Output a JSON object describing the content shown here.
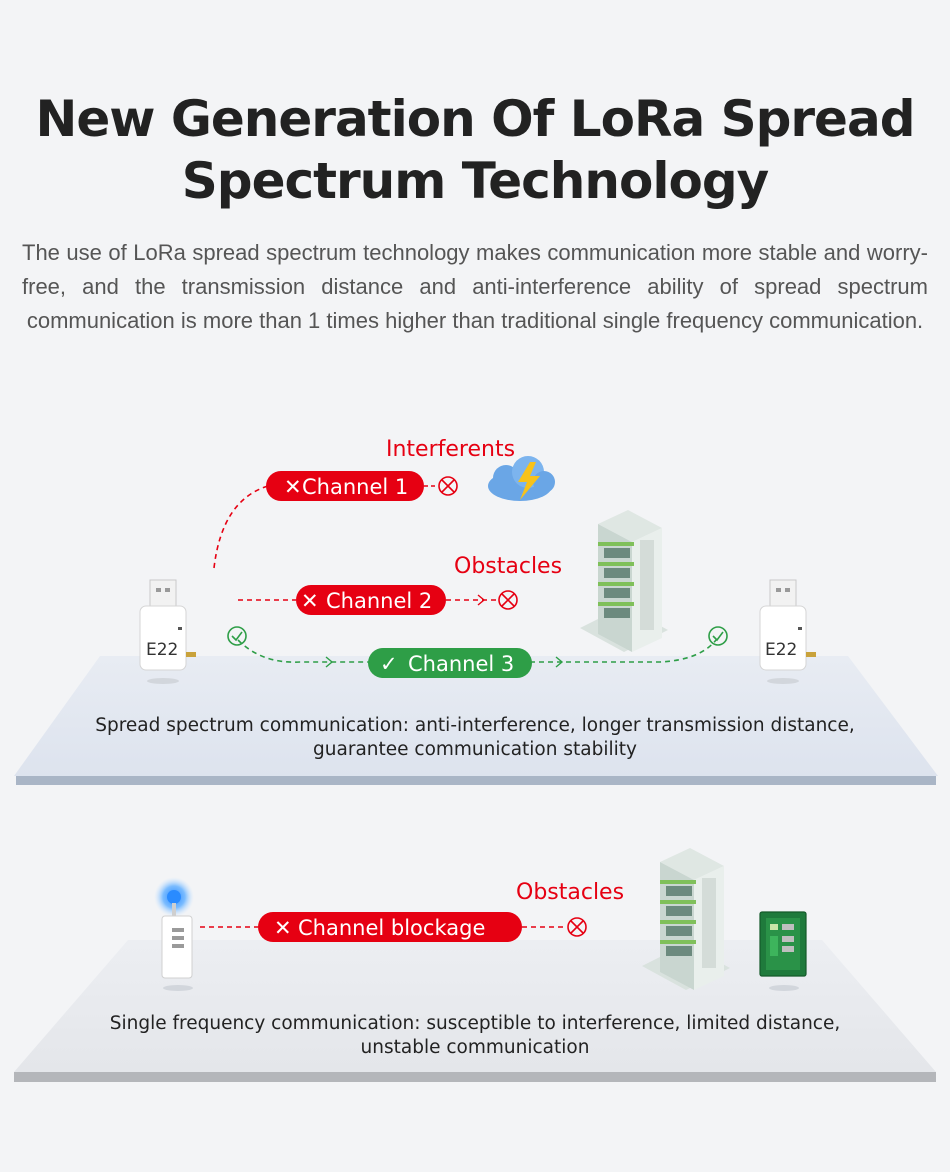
{
  "header": {
    "title_line1": "New Generation Of LoRa Spread",
    "title_line2": "Spectrum Technology",
    "description": "The use of LoRa spread spectrum technology makes communication more stable and worry-free, and the transmission distance and anti-interference ability of spread spectrum communication is more than 1 times higher than traditional single frequency communication."
  },
  "spread": {
    "interferents_label": "Interferents",
    "obstacles_label": "Obstacles",
    "channel1": "Channel 1",
    "channel2": "Channel 2",
    "channel3": "Channel 3",
    "device_left_label": "E22",
    "device_right_label": "E22",
    "caption_line1": "Spread spectrum communication: anti-interference, longer transmission distance,",
    "caption_line2": "guarantee communication stability"
  },
  "single": {
    "obstacles_label": "Obstacles",
    "channel": "Channel blockage",
    "caption_line1": "Single frequency communication: susceptible to interference, limited distance,",
    "caption_line2": "unstable communication"
  },
  "colors": {
    "fail": "#e60012",
    "success": "#2e9e47",
    "platform": "#dfe6f0",
    "platform_edge": "#a8b4c4"
  }
}
